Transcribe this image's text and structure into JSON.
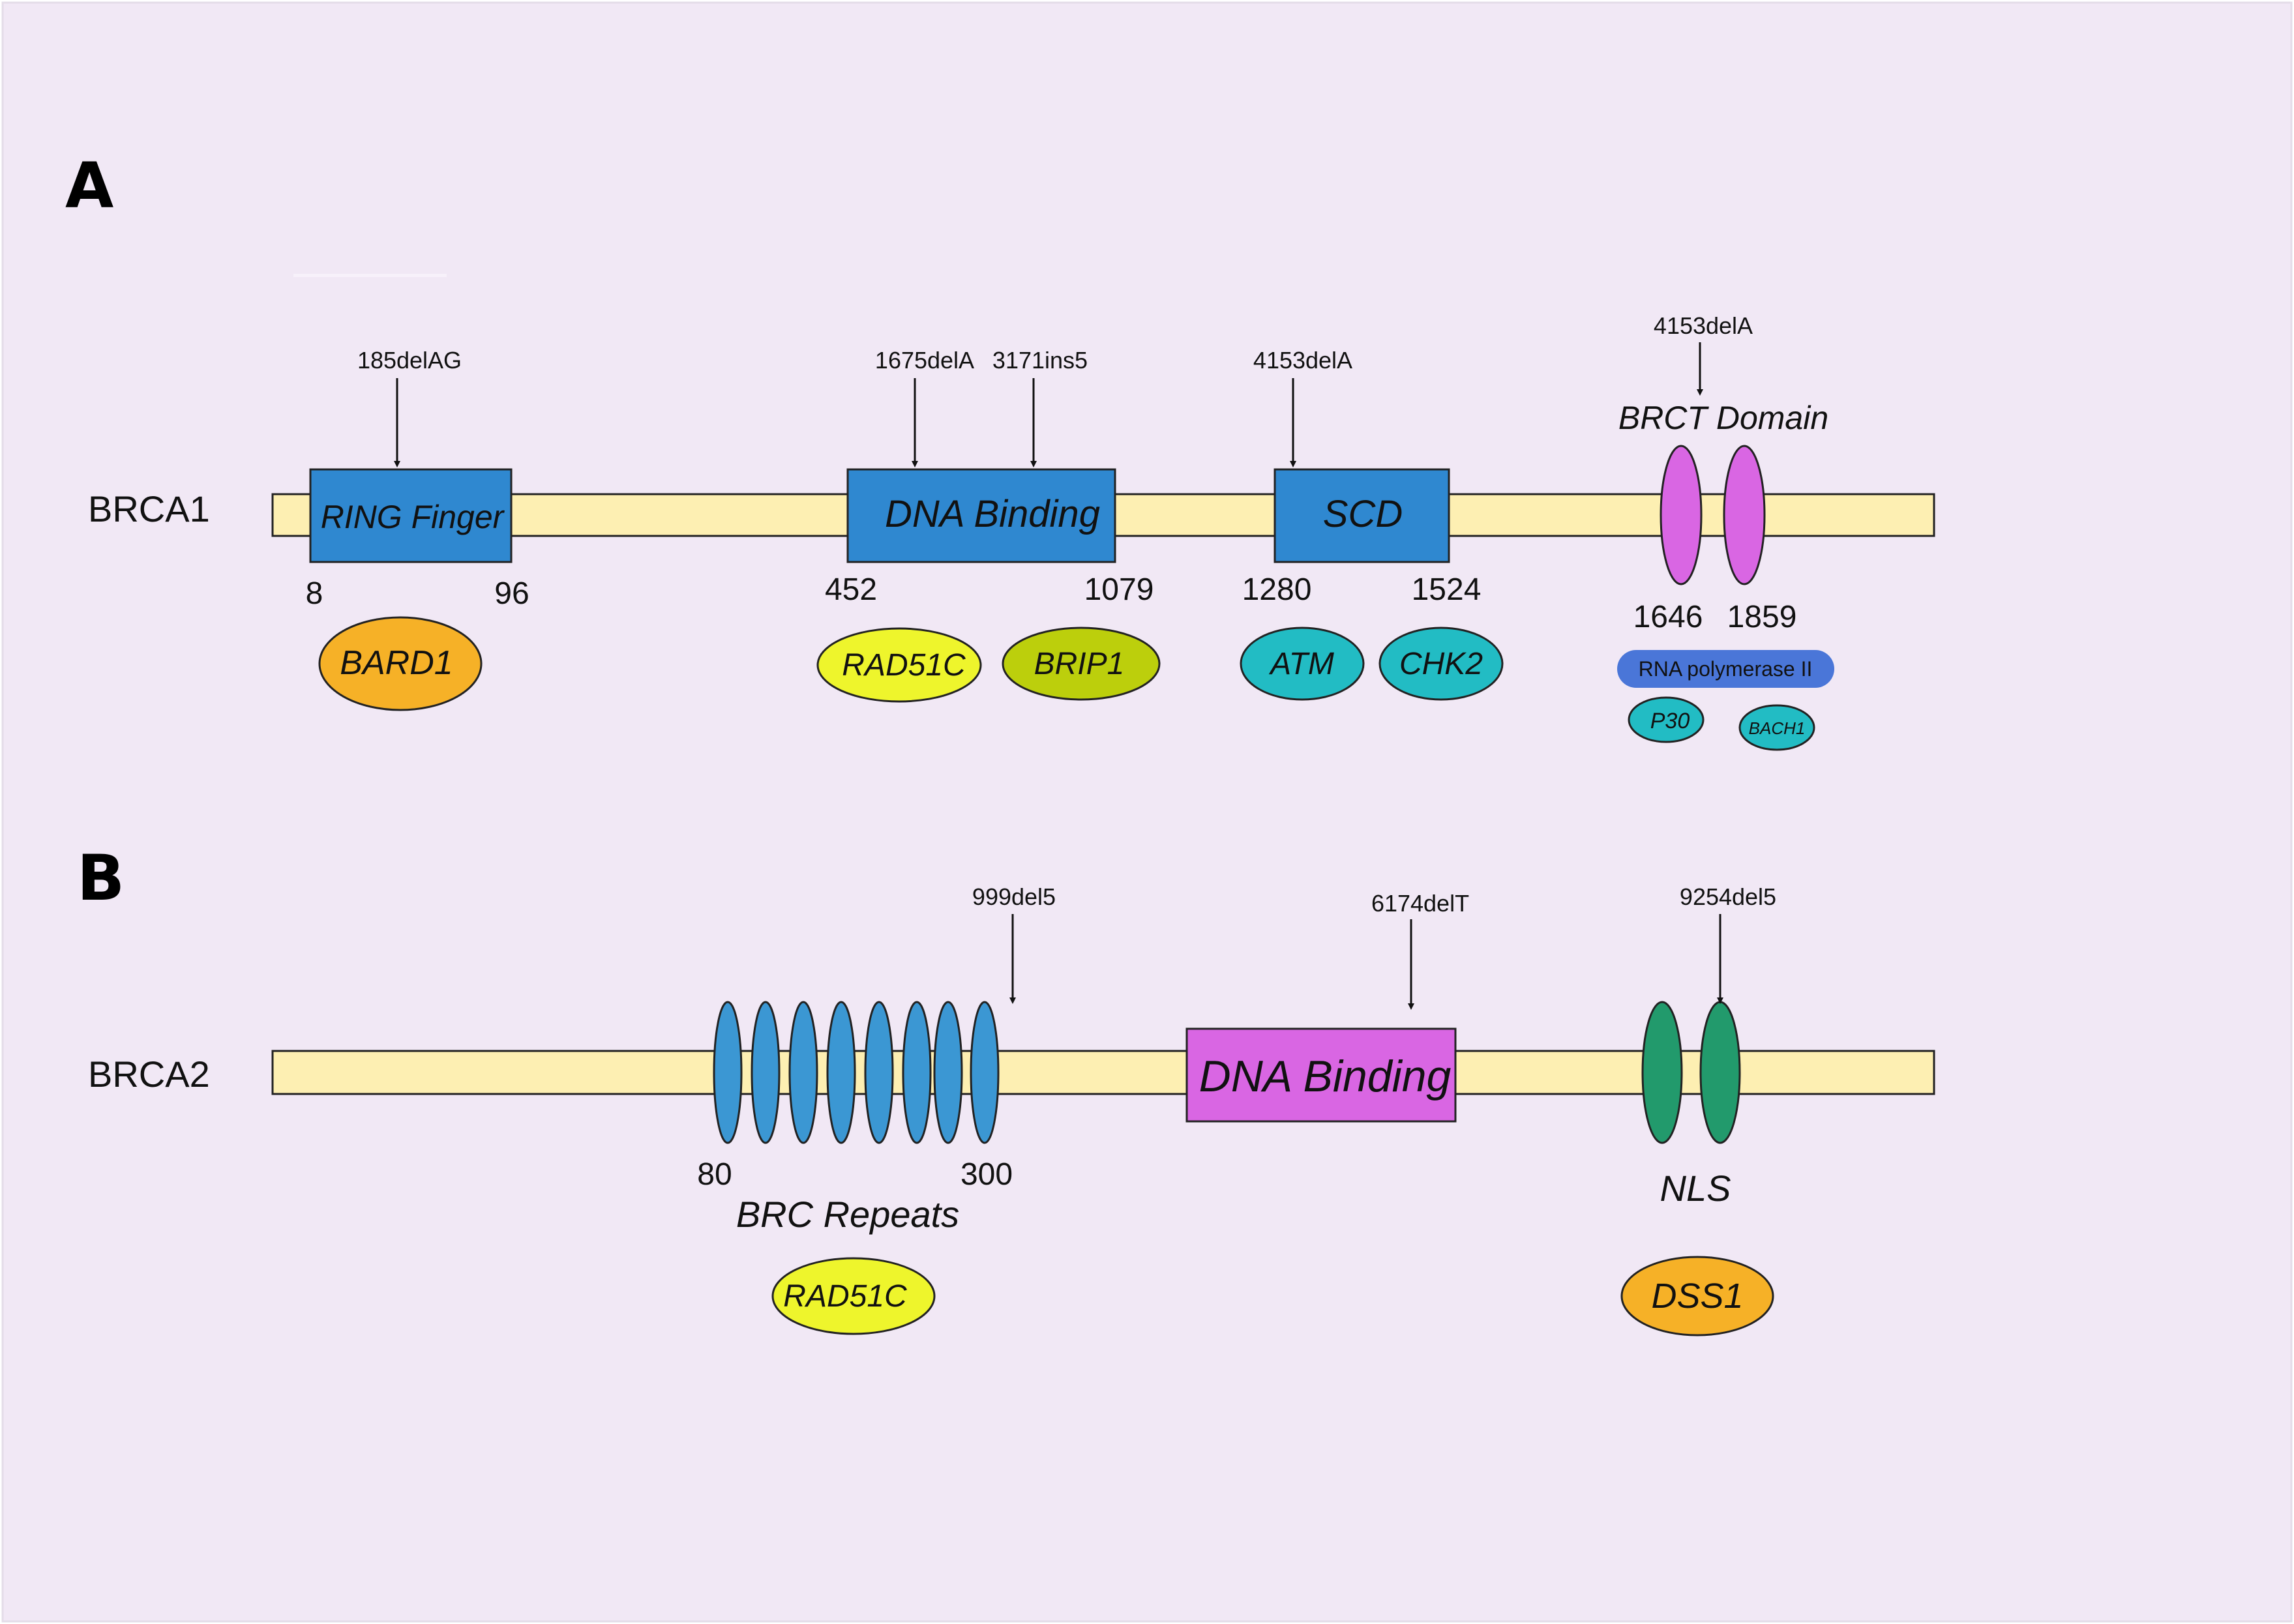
{
  "colors": {
    "background": "#f1e8f5",
    "protein_bar": "#fdefb2",
    "domain_blue": "#2f88d0",
    "domain_magenta": "#d966e3",
    "repeat_blue": "#3b97d3",
    "nls_green": "#229a6c",
    "orange": "#f6b127",
    "yellow": "#eef52c",
    "olive": "#bccf0c",
    "teal": "#22bcc4",
    "rna_pol": "#4a76d8"
  },
  "panel_a": {
    "letter": "A",
    "protein": "BRCA1",
    "domains": {
      "ring": "RING Finger",
      "dna": "DNA Binding",
      "scd": "SCD",
      "brct": "BRCT Domain"
    },
    "positions": {
      "ring_start": "8",
      "ring_end": "96",
      "dna_start": "452",
      "dna_end": "1079",
      "scd_start": "1280",
      "scd_end": "1524",
      "brct_start": "1646",
      "brct_end": "1859"
    },
    "mutations": {
      "m185": "185delAG",
      "m1675": "1675delA",
      "m3171": "3171ins5",
      "m4153": "4153delA",
      "m4153_brct": "4153delA"
    },
    "partners": {
      "bard1": "BARD1",
      "rad51c": "RAD51C",
      "brip1": "BRIP1",
      "atm": "ATM",
      "chk2": "CHK2",
      "rna_pol": "RNA polymerase II",
      "p30": "P30",
      "bach1": "BACH1"
    }
  },
  "panel_b": {
    "letter": "B",
    "protein": "BRCA2",
    "domains": {
      "brc": "BRC Repeats",
      "dna": "DNA Binding",
      "nls": "NLS"
    },
    "positions": {
      "brc_start": "80",
      "brc_end": "300"
    },
    "mutations": {
      "m999": "999del5",
      "m6174": "6174delT",
      "m9254": "9254del5"
    },
    "partners": {
      "rad51c": "RAD51C",
      "dss1": "DSS1"
    }
  }
}
